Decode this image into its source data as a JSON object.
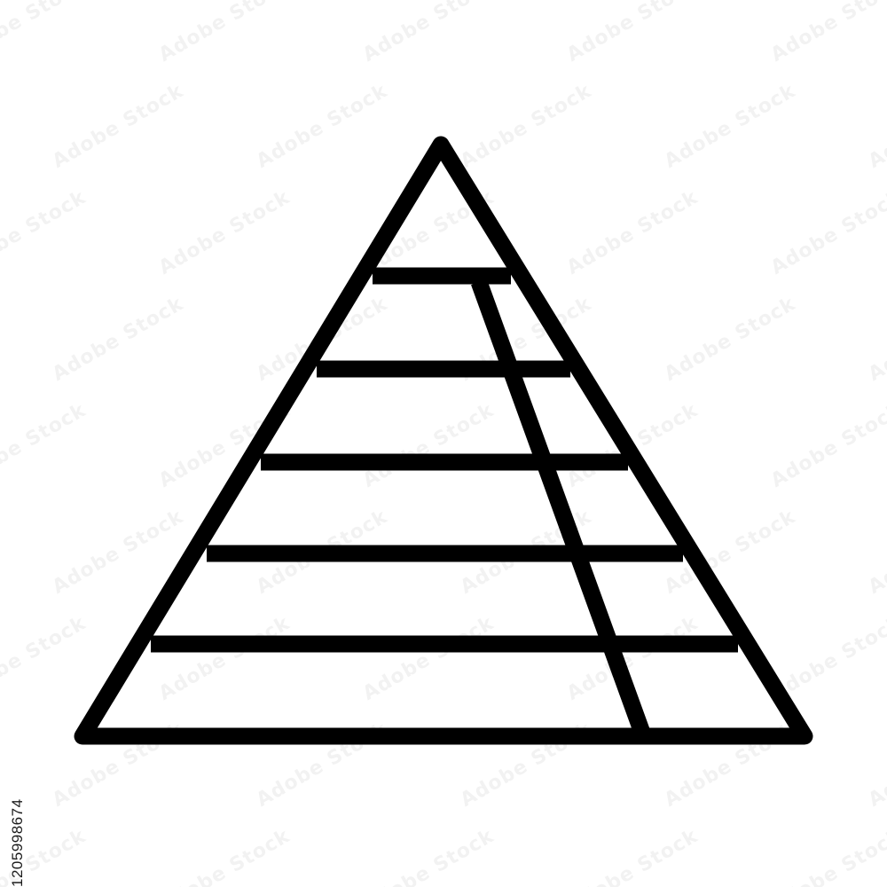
{
  "stock": {
    "id_text": "1205998674",
    "watermark_text": "Adobe Stock"
  },
  "figure": {
    "icon_name": "pyramid-chart-icon",
    "levels": 6,
    "stroke_color": "#000000",
    "fill_color": "#ffffff"
  }
}
